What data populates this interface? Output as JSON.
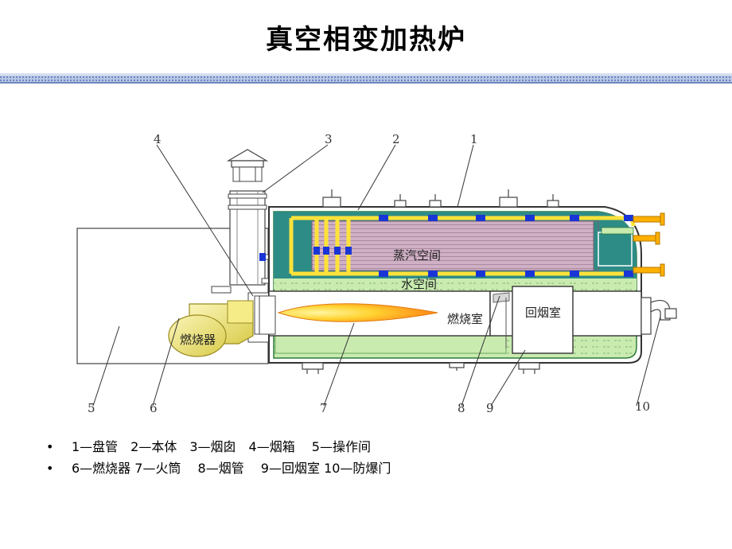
{
  "title": "真空相变加热炉",
  "diagram": {
    "callouts": [
      "1",
      "2",
      "3",
      "4",
      "5",
      "6",
      "7",
      "8",
      "9",
      "10"
    ],
    "zones": {
      "steam_space": "蒸汽空间",
      "water_space": "水空间",
      "combustion_chamber": "燃烧室",
      "return_chamber": "回烟室",
      "burner": "燃烧器"
    },
    "colors": {
      "water": "#c9ebb0",
      "steam_inner": "#2e8c86",
      "tube_bundle": "#cfb0c4",
      "frame": "#ffe23a",
      "flame": "#ff9a1a",
      "burner": "#f5ec87",
      "pipes": "#ffb000",
      "blocks": "#1a35d6"
    }
  },
  "legend": {
    "bullet": "•",
    "line1": "1—盘管　2—本体　3—烟囱　4—烟箱　 5—操作间",
    "line2": "6—燃烧器  7—火筒　 8—烟管　 9—回烟室  10—防爆门"
  }
}
